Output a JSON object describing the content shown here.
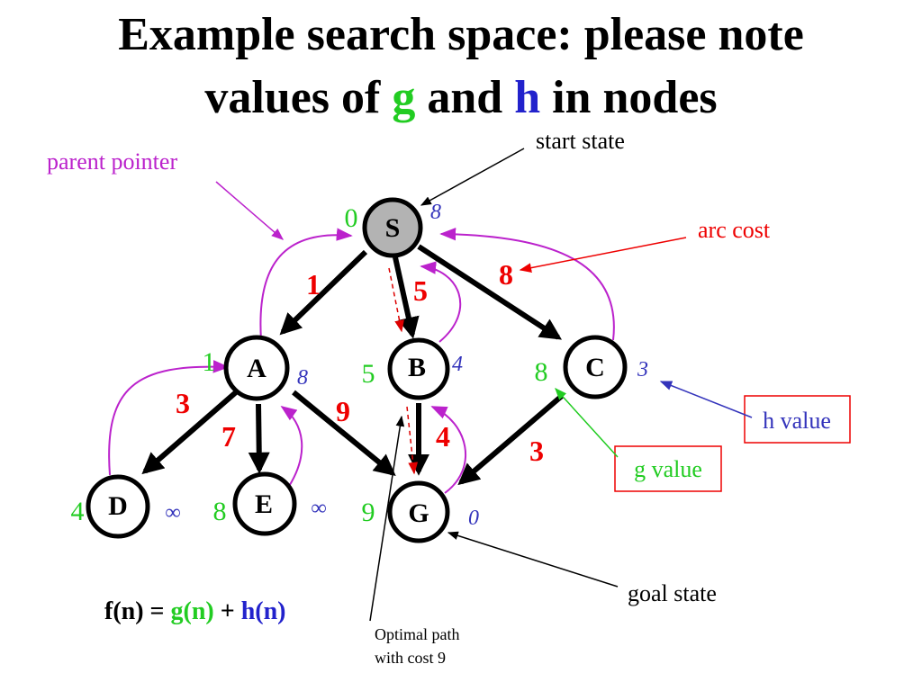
{
  "title": {
    "line1": "Example search space: please note",
    "line2_pre": "values of ",
    "g": "g",
    "mid": " and ",
    "h": "h",
    "line2_post": " in nodes"
  },
  "colors": {
    "g_value": "#22cc22",
    "h_value": "#3333bb",
    "arc_cost": "#ee0000",
    "parent_pointer": "#bb22cc",
    "start_node_fill": "#b3b3b3",
    "optimal_path": "#dd0000"
  },
  "nodes": [
    {
      "id": "S",
      "label": "S",
      "g": "0",
      "h": "8",
      "start": true
    },
    {
      "id": "A",
      "label": "A",
      "g": "1",
      "h": "8"
    },
    {
      "id": "B",
      "label": "B",
      "g": "5",
      "h": "4"
    },
    {
      "id": "C",
      "label": "C",
      "g": "8",
      "h": "3"
    },
    {
      "id": "D",
      "label": "D",
      "g": "4",
      "h": "∞"
    },
    {
      "id": "E",
      "label": "E",
      "g": "8",
      "h": "∞"
    },
    {
      "id": "G",
      "label": "G",
      "g": "9",
      "h": "0",
      "goal": true
    }
  ],
  "edges": [
    {
      "from": "S",
      "to": "A",
      "cost": "1"
    },
    {
      "from": "S",
      "to": "B",
      "cost": "5"
    },
    {
      "from": "S",
      "to": "C",
      "cost": "8"
    },
    {
      "from": "A",
      "to": "D",
      "cost": "3"
    },
    {
      "from": "A",
      "to": "E",
      "cost": "7"
    },
    {
      "from": "A",
      "to": "G",
      "cost": "9"
    },
    {
      "from": "B",
      "to": "G",
      "cost": "4"
    },
    {
      "from": "C",
      "to": "G",
      "cost": "3"
    }
  ],
  "annotations": {
    "start_state": "start state",
    "parent_pointer": "parent pointer",
    "arc_cost": "arc cost",
    "h_value": "h value",
    "g_value": "g value",
    "goal_state": "goal state",
    "optimal_line1": "Optimal path",
    "optimal_line2": "with cost 9"
  },
  "formula": {
    "lhs": "f(n) = ",
    "g": "g(n)",
    "plus": " + ",
    "h": "h(n)"
  }
}
